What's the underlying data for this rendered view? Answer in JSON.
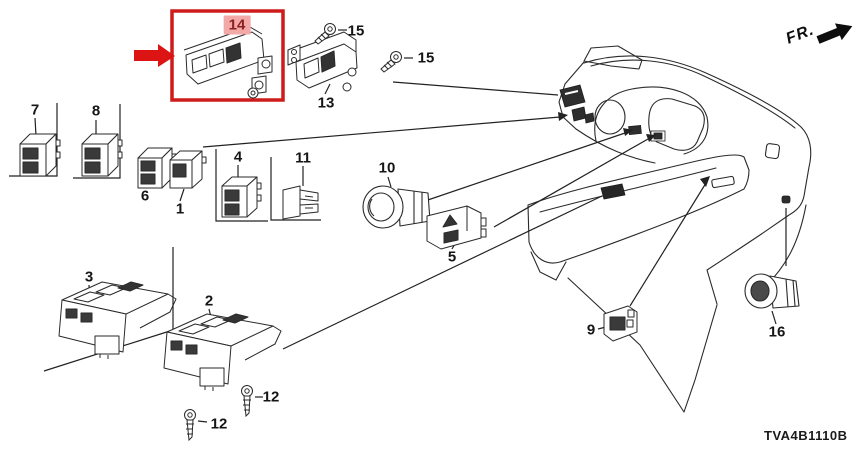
{
  "diagram": {
    "drawing_code": "TVA4B1110B",
    "orientation_label": "FR.",
    "highlight": {
      "part_number": "14",
      "box_color": "#cf1b1b",
      "label_bg": "#f4a9a9",
      "label_text_color": "#8b2020",
      "arrow_color": "#dd1414"
    },
    "line_color": "#222222",
    "callouts": {
      "p1": "1",
      "p2": "2",
      "p3": "3",
      "p4": "4",
      "p5": "5",
      "p6": "6",
      "p7": "7",
      "p8": "8",
      "p9": "9",
      "p10": "10",
      "p11": "11",
      "p12a": "12",
      "p12b": "12",
      "p13": "13",
      "p14": "14",
      "p15a": "15",
      "p15b": "15",
      "p16": "16"
    }
  }
}
